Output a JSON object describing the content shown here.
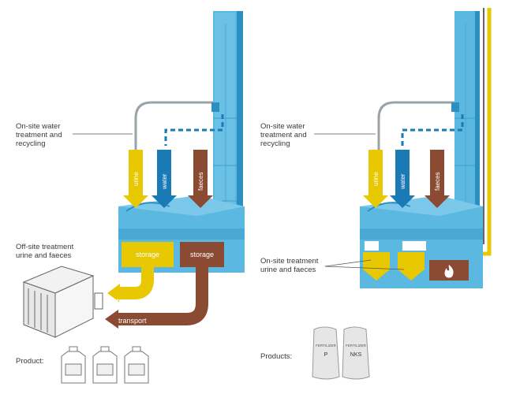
{
  "left_system": {
    "onsite_label": "On-site water\ntreatment and\nrecycling",
    "offsite_label": "Off-site treatment\nurine and faeces",
    "arrows": {
      "urine": "urine",
      "water": "water",
      "faeces": "faeces"
    },
    "storage_yellow": "storage",
    "storage_brown": "storage",
    "transport_yellow": "transport",
    "transport_brown": "transport",
    "product_label": "Product:"
  },
  "right_system": {
    "onsite_label": "On-site water\ntreatment and\nrecycling",
    "onsite_treatment_label": "On-site treatment\nurine and faeces",
    "arrows": {
      "urine": "urine",
      "water": "water",
      "faeces": "faeces"
    },
    "products_label": "Products:",
    "bags": [
      {
        "top": "FERTILIZER",
        "bottom": "P"
      },
      {
        "top": "FERTILIZER",
        "bottom": "NKS"
      }
    ]
  },
  "colors": {
    "blue_light": "#5bb8e0",
    "blue_dark": "#2d8fc0",
    "yellow": "#e8c800",
    "brown": "#8b4a32",
    "water_blue": "#1a7ab5"
  }
}
